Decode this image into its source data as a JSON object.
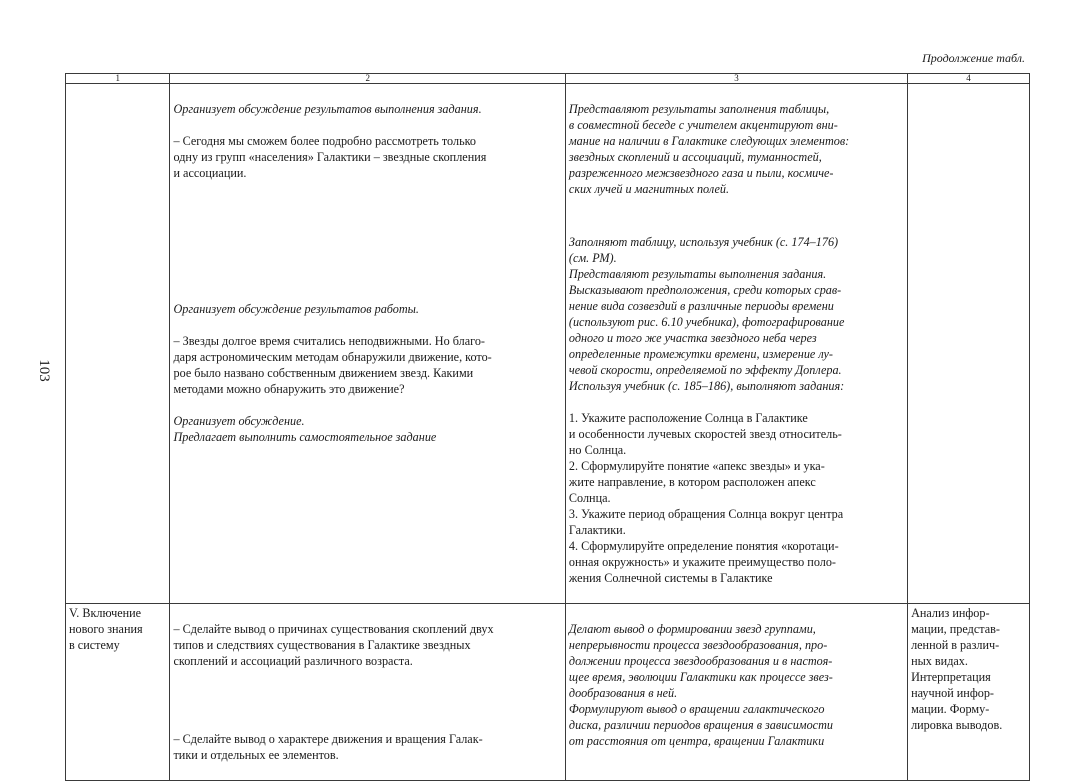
{
  "page_number": "103",
  "continuation_label": "Продолжение табл.",
  "table": {
    "headers": [
      "1",
      "2",
      "3",
      "4"
    ],
    "row1": {
      "col1": "",
      "col2_blocks": [
        {
          "italic": true,
          "text": "Организует обсуждение результатов выполнения задания."
        },
        {
          "italic": false,
          "text": "– Сегодня мы сможем более подробно рассмотреть только\nодну из групп «населения» Галактики – звездные скопления\nи ассоциации."
        },
        {
          "italic": true,
          "text": "Организует обсуждение результатов работы."
        },
        {
          "italic": false,
          "text": "– Звезды долгое время считались неподвижными. Но благо-\nдаря астрономическим методам обнаружили движение, кото-\nрое было названо собственным движением звезд. Какими\nметодами можно обнаружить это движение?"
        },
        {
          "italic": true,
          "text": "Организует обсуждение.\nПредлагает выполнить самостоятельное задание"
        }
      ],
      "col3_blocks": [
        {
          "italic": true,
          "text": "Представляют результаты заполнения таблицы,\nв совместной беседе с учителем акцентируют вни-\nмание на наличии в Галактике следующих элементов:\nзвездных скоплений и ассоциаций, туманностей,\nразреженного межзвездного газа и пыли, космиче-\nских лучей и магнитных полей."
        },
        {
          "italic": true,
          "text": "Заполняют таблицу, используя учебник (с. 174–176)\n(см. РМ).\nПредставляют результаты выполнения задания.\nВысказывают предположения, среди которых срав-\nнение вида созвездий в различные периоды времени\n(используют рис. 6.10 учебника), фотографирование\nодного и того же участка звездного неба через\nопределенные промежутки времени, измерение лу-\nчевой скорости, определяемой по эффекту Доплера.\nИспользуя учебник (с. 185–186), выполняют задания:"
        },
        {
          "italic": false,
          "text": "1. Укажите расположение Солнца в Галактике\nи особенности лучевых скоростей звезд относитель-\nно Солнца.\n2. Сформулируйте понятие «апекс звезды» и ука-\nжите направление, в котором расположен апекс\nСолнца.\n3. Укажите период обращения Солнца вокруг центра\nГалактики.\n4. Сформулируйте определение понятия «коротаци-\nонная окружность» и укажите преимущество поло-\nжения Солнечной системы в Галактике"
        }
      ],
      "col4": ""
    },
    "row2": {
      "col1": "V. Включение\nнового знания\nв систему",
      "col2_blocks": [
        {
          "italic": false,
          "text": "– Сделайте вывод о причинах существования скоплений двух\nтипов и следствиях существования в Галактике звездных\nскоплений и ассоциаций различного возраста."
        },
        {
          "italic": false,
          "text": "– Сделайте вывод о характере движения и вращения Галак-\nтики и отдельных ее элементов."
        }
      ],
      "col3_blocks": [
        {
          "italic": true,
          "text": "Делают вывод о формировании звезд группами,\nнепрерывности процесса звездообразования, про-\nдолжении процесса звездообразования и в настоя-\nщее время, эволюции Галактики как процессе звез-\nдообразования в ней.\nФормулируют вывод о вращении галактического\nдиска, различии периодов вращения в зависимости\nот расстояния от центра, вращении Галактики"
        }
      ],
      "col4": "Анализ инфор-\nмации, представ-\nленной в различ-\nных видах.\nИнтерпретация\nнаучной инфор-\nмации. Форму-\nлировка выводов."
    }
  }
}
